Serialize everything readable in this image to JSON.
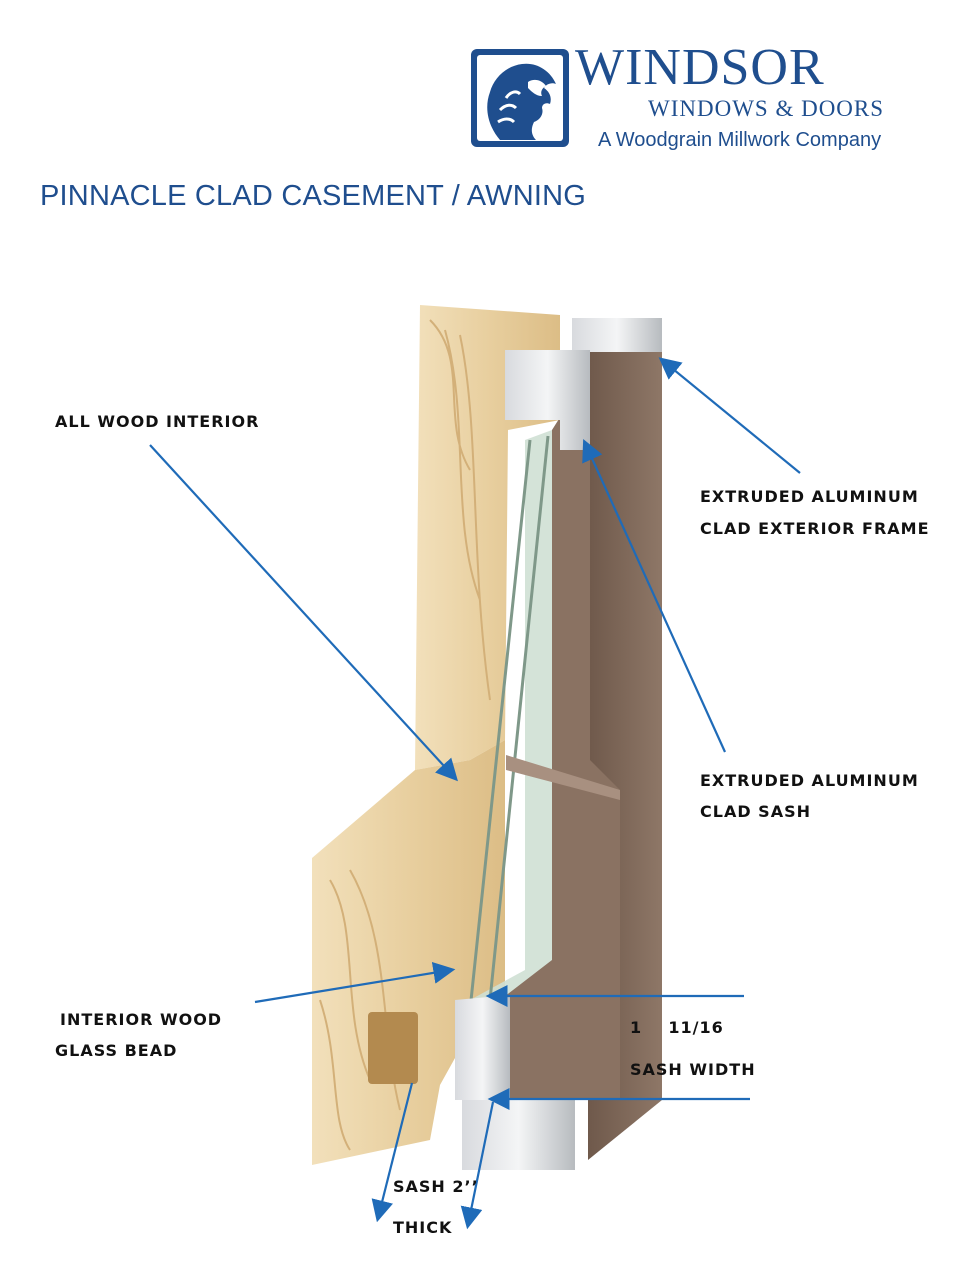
{
  "brand": {
    "name": "WINDSOR",
    "subline": "WINDOWS & DOORS",
    "tagline": "A Woodgrain Millwork Company",
    "color": "#1f4e8e"
  },
  "title": "PINNACLE CLAD CASEMENT / AWNING",
  "callouts": {
    "all_wood_interior": "ALL WOOD INTERIOR",
    "ext_frame_1": "EXTRUDED ALUMINUM",
    "ext_frame_2": "CLAD EXTERIOR FRAME",
    "ext_sash_1": "EXTRUDED ALUMINUM",
    "ext_sash_2": "CLAD SASH",
    "glass_bead_1": "INTERIOR WOOD",
    "glass_bead_2": "GLASS BEAD",
    "sash_width_value": "1    11/16",
    "sash_width_label": "SASH WIDTH",
    "sash_thick_1": "SASH 2’’",
    "sash_thick_2": "THICK"
  },
  "colors": {
    "wood": "#ead3a6",
    "wood_dark": "#c9a46b",
    "aluminum_clad": "#7d6657",
    "aluminum_clad_light": "#9e8878",
    "glass": "#cfe0d4",
    "leader": "#1f6bb8"
  }
}
